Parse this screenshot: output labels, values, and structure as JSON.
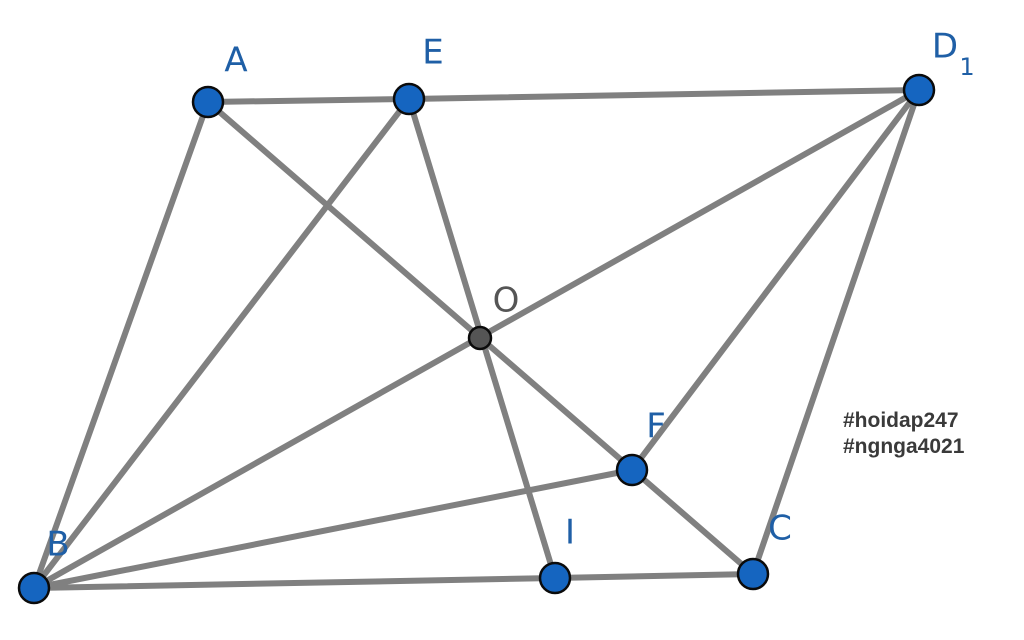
{
  "points": [
    {
      "id": "A",
      "label": "A",
      "sub": "",
      "color": "#1565c0",
      "label_color": "#1f5fa6"
    },
    {
      "id": "E",
      "label": "E",
      "sub": "",
      "color": "#1565c0",
      "label_color": "#1f5fa6"
    },
    {
      "id": "D1",
      "label": "D",
      "sub": "1",
      "color": "#1565c0",
      "label_color": "#1f5fa6"
    },
    {
      "id": "O",
      "label": "O",
      "sub": "",
      "color": "#555555",
      "label_color": "#555555"
    },
    {
      "id": "F",
      "label": "F",
      "sub": "",
      "color": "#1565c0",
      "label_color": "#1f5fa6"
    },
    {
      "id": "B",
      "label": "B",
      "sub": "",
      "color": "#1565c0",
      "label_color": "#1f5fa6"
    },
    {
      "id": "I",
      "label": "I",
      "sub": "",
      "color": "#1565c0",
      "label_color": "#1f5fa6"
    },
    {
      "id": "C",
      "label": "C",
      "sub": "",
      "color": "#1565c0",
      "label_color": "#1f5fa6"
    }
  ],
  "segments": [
    [
      "A",
      "E"
    ],
    [
      "E",
      "D1"
    ],
    [
      "A",
      "B"
    ],
    [
      "A",
      "C"
    ],
    [
      "E",
      "B"
    ],
    [
      "E",
      "I"
    ],
    [
      "D1",
      "B"
    ],
    [
      "D1",
      "F"
    ],
    [
      "D1",
      "C"
    ],
    [
      "B",
      "F"
    ],
    [
      "B",
      "I"
    ],
    [
      "I",
      "C"
    ]
  ],
  "colors": {
    "segment": "#808080",
    "point_outline": "#0b0b0b"
  },
  "tags": [
    "#hoidap247",
    "#ngnga4021"
  ]
}
